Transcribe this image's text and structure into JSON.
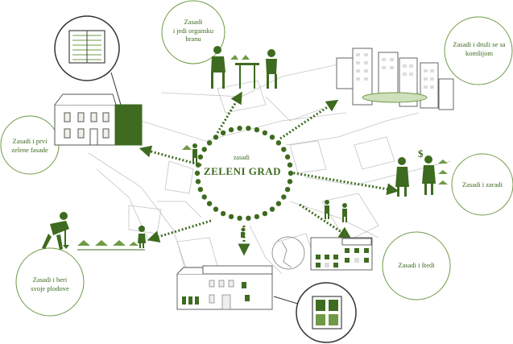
{
  "center": {
    "line1": "zasadi",
    "line2": "ZELENI GRAD"
  },
  "labels": {
    "top": "Zasadi\ni jedi organsku\nhranu",
    "top_right": "Zasadi i druži se sa\nkomšijom",
    "right": "Zasadi i zaradi",
    "bottom_right": "Zasadi i štedi",
    "bottom_left": "Zasadi i beri\nsvoje plodove",
    "left": "Zasadi i prvi\nzelene fasade"
  },
  "colors": {
    "accent": "#3e6b1f",
    "accent_light": "#6f9a45",
    "line": "#b8b8b8",
    "building": "#555555"
  }
}
